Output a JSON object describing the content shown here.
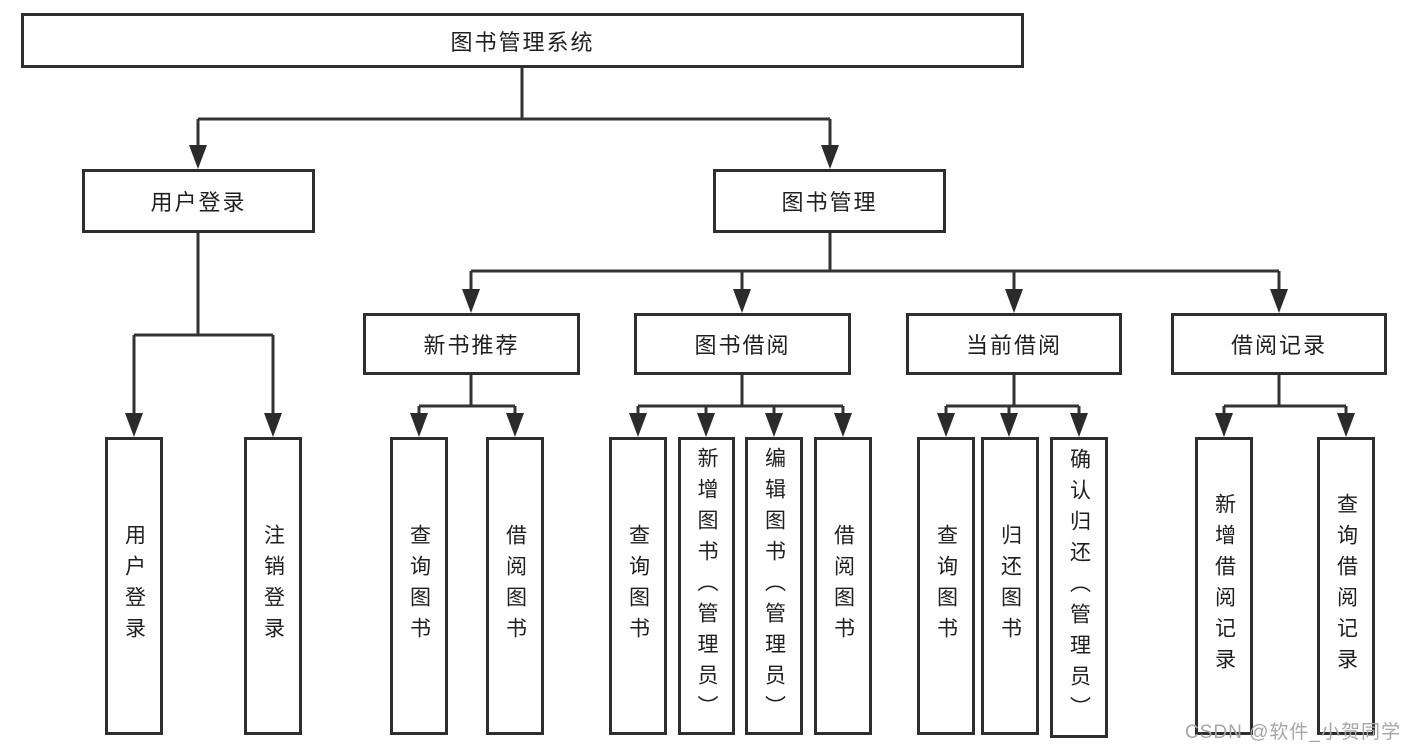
{
  "nodes": {
    "root": {
      "label": "图书管理系统"
    },
    "level2": [
      {
        "label": "用户登录"
      },
      {
        "label": "图书管理"
      }
    ],
    "level3": [
      {
        "label": "新书推荐"
      },
      {
        "label": "图书借阅"
      },
      {
        "label": "当前借阅"
      },
      {
        "label": "借阅记录"
      }
    ],
    "leaves": [
      {
        "label": "用户登录"
      },
      {
        "label": "注销登录"
      },
      {
        "label": "查询图书"
      },
      {
        "label": "借阅图书"
      },
      {
        "label": "查询图书"
      },
      {
        "label": "新增图书（管理员）"
      },
      {
        "label": "编辑图书（管理员）"
      },
      {
        "label": "借阅图书"
      },
      {
        "label": "查询图书"
      },
      {
        "label": "归还图书"
      },
      {
        "label": "确认归还（管理员）"
      },
      {
        "label": "新增借阅记录"
      },
      {
        "label": "查询借阅记录"
      }
    ]
  },
  "watermark": {
    "text": "CSDN @软件_小贺同学"
  },
  "colors": {
    "line": "#333333",
    "box_border": "#2e2e2e",
    "text": "#1f1f1f",
    "watermark": "#a6a6a6",
    "background": "#ffffff"
  }
}
